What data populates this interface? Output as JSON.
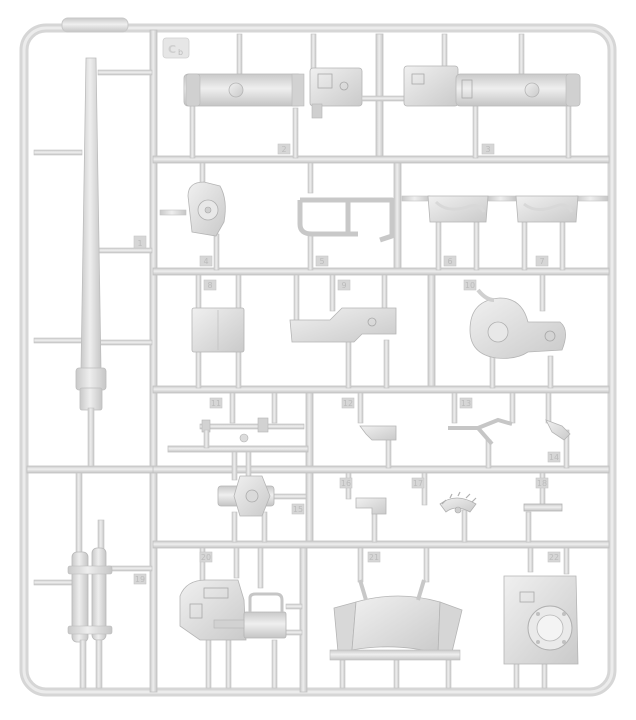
{
  "image": {
    "subject": "plastic model kit sprue frame",
    "sprue_letter": "C",
    "sprue_subscript": "b",
    "part_numbers": [
      "1",
      "2",
      "3",
      "4",
      "5",
      "6",
      "7",
      "8",
      "9",
      "10",
      "11",
      "12",
      "13",
      "14",
      "15",
      "16",
      "17",
      "18",
      "19",
      "20",
      "21",
      "22"
    ],
    "colors": {
      "background": "#ffffff",
      "plastic": "#dedede",
      "plastic_shadow": "#c4c4c4",
      "plastic_highlight": "#f2f2f2",
      "label_tag": "#d0d0d0"
    }
  }
}
